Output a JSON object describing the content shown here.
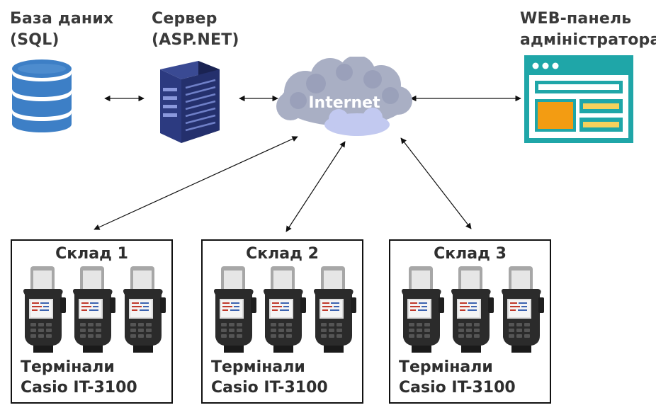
{
  "database": {
    "title": "База даних",
    "subtitle": "(SQL)",
    "icon": "database-icon"
  },
  "server": {
    "title": "Сервер",
    "subtitle": "(ASP.NET)",
    "icon": "server-tower-icon"
  },
  "internet": {
    "label": "Internet",
    "icon": "cloud-icon"
  },
  "admin_panel": {
    "title": "WEB-панель",
    "subtitle": "адміністратора",
    "icon": "browser-window-icon"
  },
  "warehouses": [
    {
      "title": "Склад 1",
      "caption_line1": "Термінали",
      "caption_line2": "Casio IT-3100"
    },
    {
      "title": "Склад 2",
      "caption_line1": "Термінали",
      "caption_line2": "Casio IT-3100"
    },
    {
      "title": "Склад 3",
      "caption_line1": "Термінали",
      "caption_line2": "Casio IT-3100"
    }
  ],
  "colors": {
    "database_blue": "#3d7fc6",
    "server_navy": "#23306b",
    "cloud_gray": "#a9afc4",
    "panel_teal": "#1fa6a8",
    "panel_orange": "#f39c12",
    "panel_yellow": "#f6d15c"
  }
}
